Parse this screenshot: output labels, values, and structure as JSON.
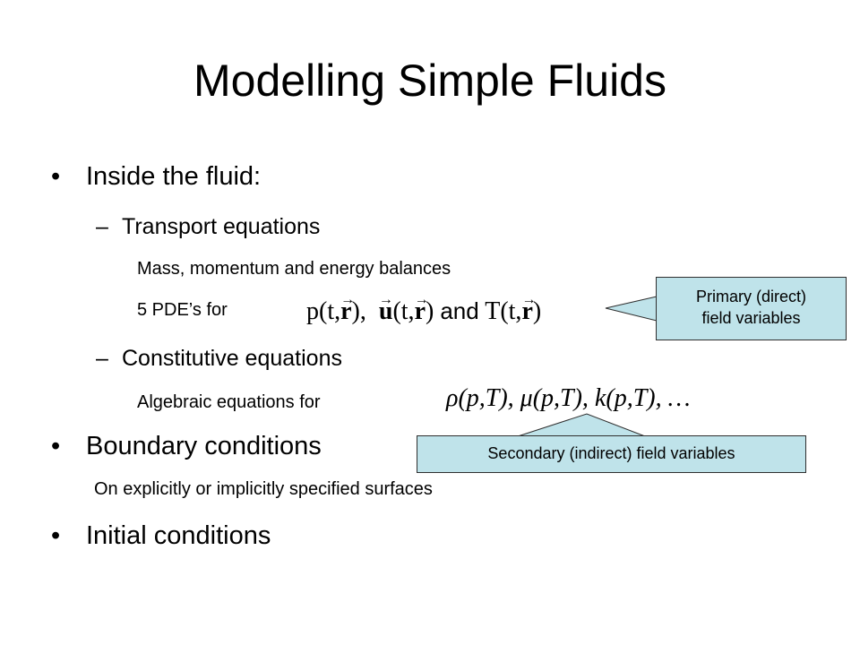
{
  "slide": {
    "title": "Modelling Simple Fluids",
    "bullet_char": "•",
    "dash_char": "–",
    "items": {
      "inside": "Inside the fluid:",
      "transport": "Transport equations",
      "balances": "Mass, momentum and energy balances",
      "pde": "5 PDE’s for",
      "constitutive": "Constitutive equations",
      "algebraic": "Algebraic equations for",
      "boundary": "Boundary conditions",
      "surfaces": "On explicitly or implicitly specified surfaces",
      "initial": "Initial conditions"
    },
    "primary_math": {
      "p": "p(t,",
      "r1": "r",
      "close1": "),",
      "u": "u",
      "ut": "(t,",
      "r2": "r",
      "close2": ")",
      "and": "and",
      "T": "T(t,",
      "r3": "r",
      "close3": ")"
    },
    "secondary_math": "ρ(p,T), μ(p,T), k(p,T), …",
    "callouts": {
      "primary_line1": "Primary (direct)",
      "primary_line2": "field variables",
      "secondary": "Secondary (indirect) field variables"
    },
    "colors": {
      "callout_fill": "#bfe3ea",
      "callout_border": "#2f2f2f"
    }
  }
}
